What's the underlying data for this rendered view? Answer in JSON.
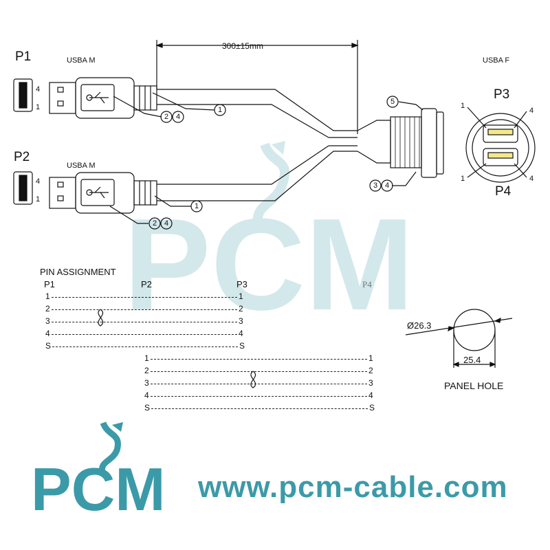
{
  "connectors": {
    "p1": {
      "label": "P1",
      "type": "USBA M",
      "pin_hi": "4",
      "pin_lo": "1"
    },
    "p2": {
      "label": "P2",
      "type": "USBA M",
      "pin_hi": "4",
      "pin_lo": "1"
    },
    "p3": {
      "label": "P3",
      "pin_left": "1",
      "pin_right": "4"
    },
    "p4": {
      "label": "P4",
      "pin_left": "1",
      "pin_right": "4"
    },
    "female_type": "USBA F"
  },
  "dimension": {
    "length": "300±15mm"
  },
  "callouts": {
    "c1": "1",
    "c2": "2",
    "c3": "3",
    "c4": "4",
    "c5": "5"
  },
  "pin_assignment": {
    "title": "PIN  ASSIGNMENT",
    "headers": [
      "P1",
      "P2",
      "P3",
      "P4"
    ],
    "group1": {
      "left": [
        "1",
        "2",
        "3",
        "4",
        "S"
      ],
      "right": [
        "1",
        "2",
        "3",
        "4",
        "S"
      ]
    },
    "group2": {
      "left": [
        "1",
        "2",
        "3",
        "4",
        "S"
      ],
      "right": [
        "1",
        "2",
        "3",
        "4",
        "S"
      ]
    }
  },
  "panel_hole": {
    "outer": "Ø26.3",
    "inner": "25.4",
    "label": "PANEL HOLE"
  },
  "brand": {
    "logo_text": "PCM",
    "url": "www.pcm-cable.com",
    "accent": "#3b9aa8"
  }
}
